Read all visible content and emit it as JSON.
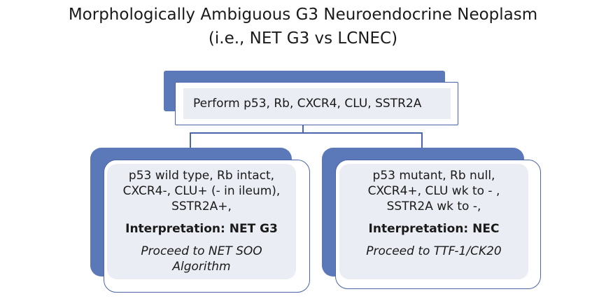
{
  "title": {
    "line1": "Morphologically Ambiguous G3 Neuroendocrine Neoplasm",
    "line2": "(i.e., NET G3 vs LCNEC)"
  },
  "top_box": {
    "text": "Perform p53, Rb, CXCR4, CLU, SSTR2A"
  },
  "left_box": {
    "lines": [
      "p53 wild type, Rb intact,",
      "CXCR4-, CLU+ (- in ileum),",
      "SSTR2A+,"
    ],
    "interpretation": "Interpretation: NET G3",
    "proceed": [
      "Proceed to NET SOO",
      "Algorithm"
    ]
  },
  "right_box": {
    "lines": [
      "p53 mutant, Rb null,",
      "CXCR4+, CLU wk to - ,",
      "SSTR2A wk to -,"
    ],
    "interpretation": "Interpretation: NEC",
    "proceed": [
      "Proceed to TTF-1/CK20"
    ]
  },
  "colors": {
    "accent": "#5b78b8",
    "border": "#4a66a8",
    "inner_fill": "#ebedf4"
  }
}
